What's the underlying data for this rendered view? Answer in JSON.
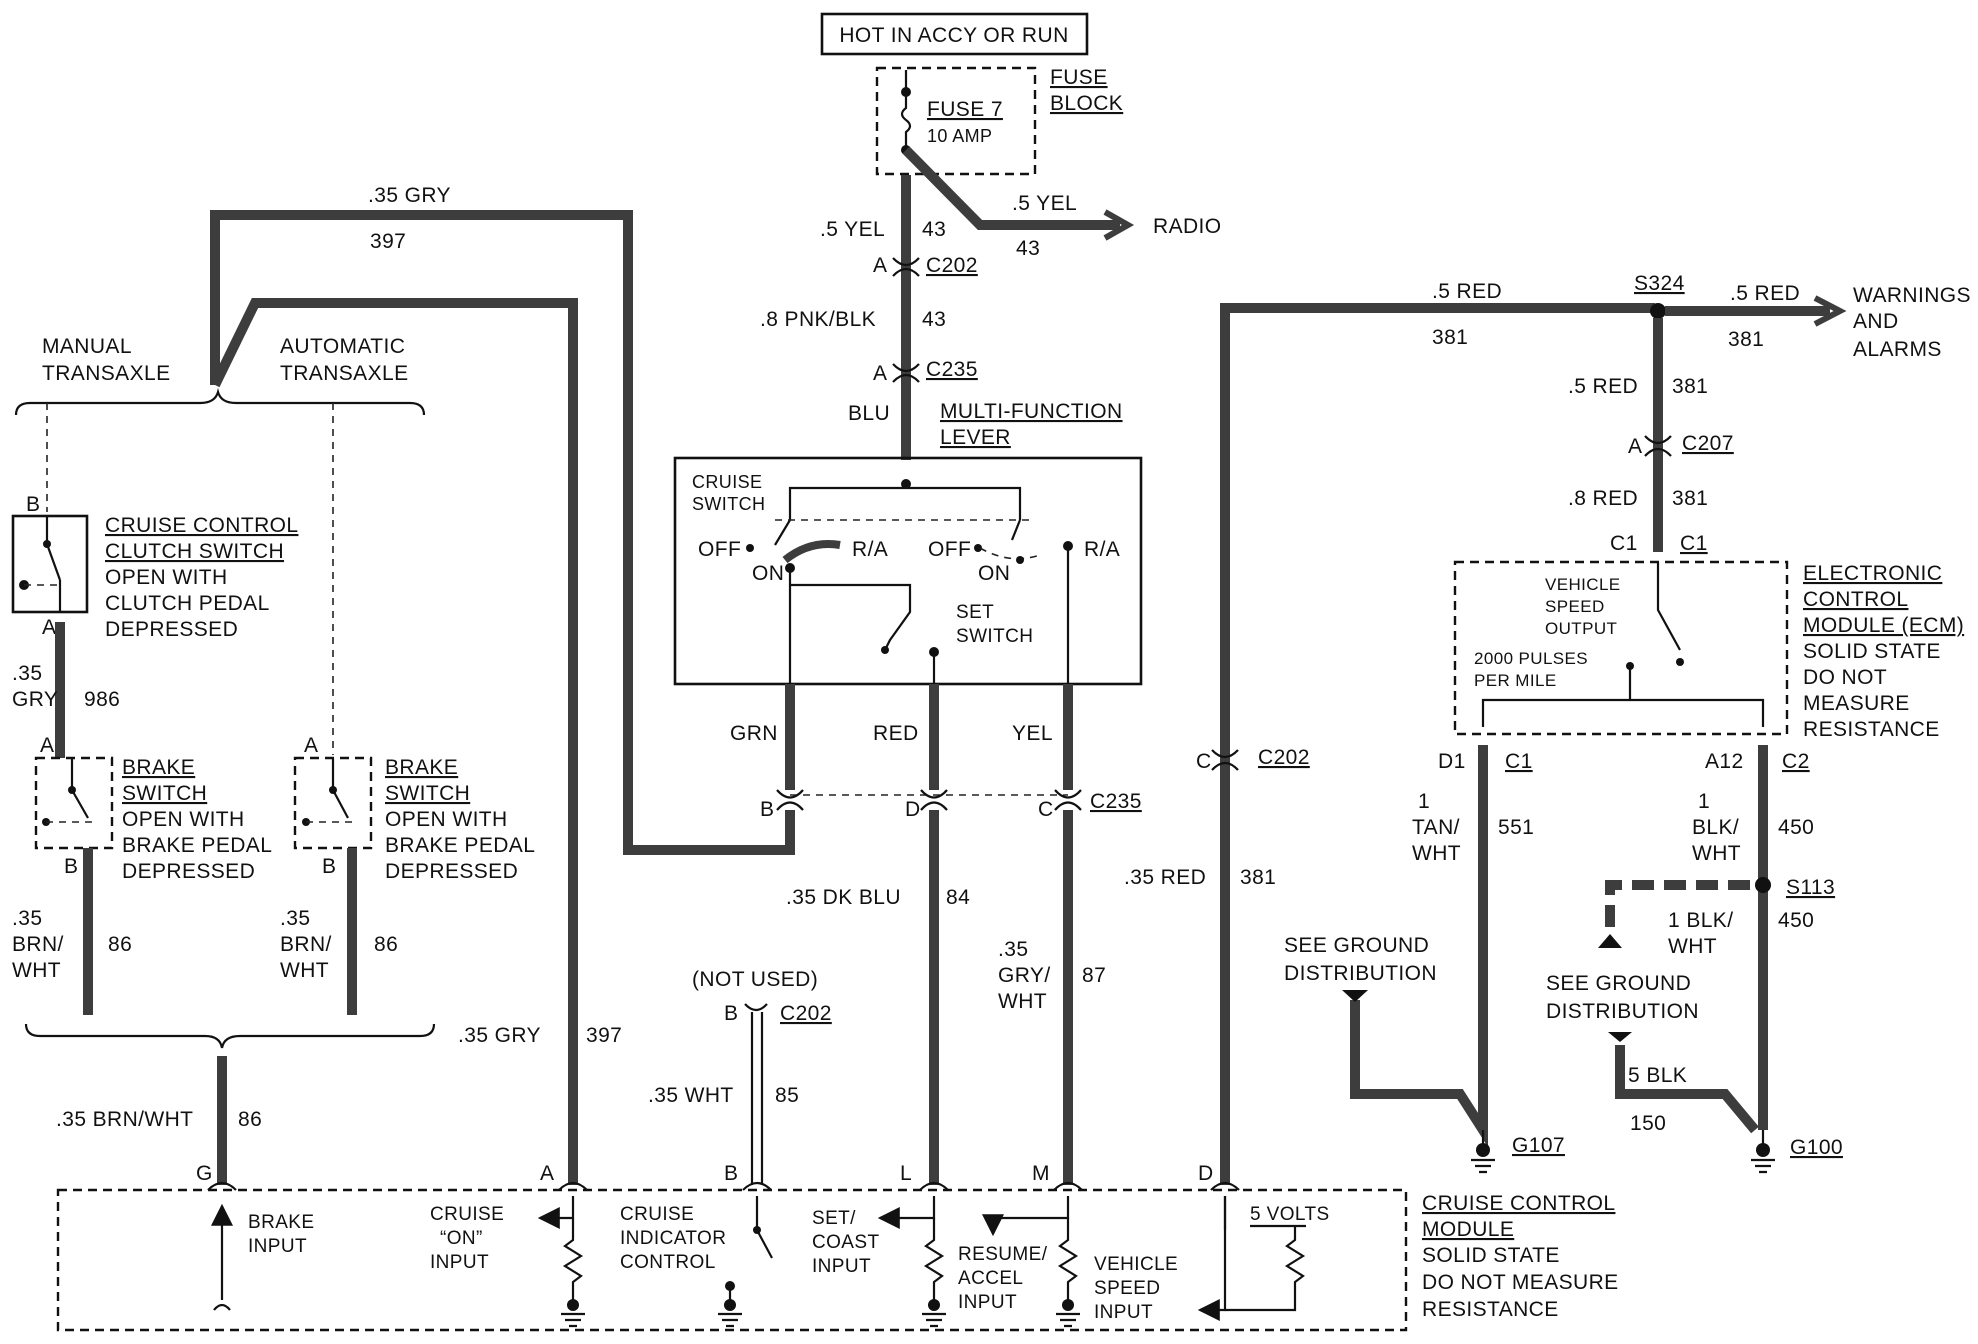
{
  "power": {
    "source": "HOT IN ACCY OR RUN",
    "fuse_block": [
      "FUSE",
      "BLOCK"
    ],
    "fuse": "FUSE 7",
    "fuse_rating": "10 AMP"
  },
  "radio_branch": {
    "wire": ".5 YEL",
    "circuit": "43",
    "destination": "RADIO"
  },
  "fuse_out": {
    "wire": ".5 YEL",
    "circuit": "43"
  },
  "c202_top": {
    "pin": "A",
    "connector": "C202"
  },
  "pnk_wire": {
    "wire": ".8 PNK/BLK",
    "circuit": "43"
  },
  "c235_top": {
    "pin": "A",
    "connector": "C235"
  },
  "blu_wire": "BLU",
  "mfl": {
    "title": [
      "MULTI-FUNCTION",
      "LEVER"
    ],
    "cruise_switch": [
      "CRUISE",
      "SWITCH"
    ],
    "off_left": "OFF",
    "ra_left": "R/A",
    "on_left": "ON",
    "off_right": "OFF",
    "ra_right": "R/A",
    "on_right": "ON",
    "set_switch": [
      "SET",
      "SWITCH"
    ]
  },
  "mfl_outputs": {
    "grn": "GRN",
    "red": "RED",
    "yel": "YEL",
    "pin_b": "B",
    "pin_d": "D",
    "pin_c": "C",
    "connector": "C235"
  },
  "gry_loop": {
    "wire": ".35 GRY",
    "circuit": "397"
  },
  "transaxle": {
    "manual": [
      "MANUAL",
      "TRANSAXLE"
    ],
    "automatic": [
      "AUTOMATIC",
      "TRANSAXLE"
    ]
  },
  "clutch_switch": {
    "pin_top": "B",
    "pin_bottom": "A",
    "title": [
      "CRUISE CONTROL",
      "CLUTCH SWITCH"
    ],
    "note": [
      "OPEN WITH",
      "CLUTCH PEDAL",
      "DEPRESSED"
    ]
  },
  "gry_986": {
    "wire": [
      ".35",
      "GRY"
    ],
    "circuit": "986"
  },
  "brake_switch_manual": {
    "pin_top": "A",
    "pin_bottom": "B",
    "title": [
      "BRAKE",
      "SWITCH"
    ],
    "note": [
      "OPEN WITH",
      "BRAKE PEDAL",
      "DEPRESSED"
    ]
  },
  "brake_switch_auto": {
    "pin_top": "A",
    "pin_bottom": "B",
    "title": [
      "BRAKE",
      "SWITCH"
    ],
    "note": [
      "OPEN WITH",
      "BRAKE PEDAL",
      "DEPRESSED"
    ]
  },
  "brn_manual": {
    "wire": [
      ".35",
      "BRN/",
      "WHT"
    ],
    "circuit": "86"
  },
  "brn_auto": {
    "wire": [
      ".35",
      "BRN/",
      "WHT"
    ],
    "circuit": "86"
  },
  "gry_397_lower": {
    "wire": ".35 GRY",
    "circuit": "397"
  },
  "brn_merged": {
    "wire": ".35 BRN/WHT",
    "circuit": "86"
  },
  "dkblu": {
    "wire": ".35 DK BLU",
    "circuit": "84"
  },
  "gry_wht": {
    "wire": [
      ".35",
      "GRY/",
      "WHT"
    ],
    "circuit": "87"
  },
  "not_used": {
    "label": "(NOT USED)",
    "pin": "B",
    "connector": "C202",
    "wire": ".35 WHT",
    "circuit": "85"
  },
  "red_loop": {
    "wire_top": ".5 RED",
    "circuit_top": "381",
    "pin": "C",
    "connector": "C202",
    "wire_low": ".35 RED",
    "circuit_low": "381"
  },
  "splice_s324": {
    "name": "S324",
    "wire_out": ".5 RED",
    "circuit_out": "381",
    "destination": [
      "WARNINGS",
      "AND",
      "ALARMS"
    ]
  },
  "ecm_feed": {
    "wire1": ".5 RED",
    "circuit1": "381",
    "pin": "A",
    "connector": "C207",
    "wire2": ".8 RED",
    "circuit2": "381",
    "pin_c1": "C1",
    "connector_c1": "C1"
  },
  "ecm": {
    "title": [
      "ELECTRONIC",
      "CONTROL",
      "MODULE (ECM)"
    ],
    "note": [
      "SOLID STATE",
      "DO NOT",
      "MEASURE",
      "RESISTANCE"
    ],
    "vss": [
      "VEHICLE",
      "SPEED",
      "OUTPUT"
    ],
    "pulses": [
      "2000 PULSES",
      "PER MILE"
    ],
    "pin_d1": "D1",
    "conn_d1": "C1",
    "pin_a12": "A12",
    "conn_a12": "C2"
  },
  "tan_wire": {
    "wire": [
      "1",
      "TAN/",
      "WHT"
    ],
    "circuit": "551"
  },
  "blk_wire": {
    "wire": [
      "1",
      "BLK/",
      "WHT"
    ],
    "circuit": "450"
  },
  "splice_s113": {
    "name": "S113",
    "wire": [
      "1 BLK/",
      "WHT"
    ],
    "circuit": "450"
  },
  "ground_left": {
    "label": [
      "SEE GROUND",
      "DISTRIBUTION"
    ],
    "ground": "G107"
  },
  "ground_right": {
    "label": [
      "SEE GROUND",
      "DISTRIBUTION"
    ],
    "wire": "5 BLK",
    "circuit": "150",
    "ground": "G100"
  },
  "ccm": {
    "title": [
      "CRUISE CONTROL",
      "MODULE"
    ],
    "note": [
      "SOLID STATE",
      "DO NOT MEASURE",
      "RESISTANCE"
    ],
    "pins": [
      "G",
      "A",
      "B",
      "L",
      "M",
      "D"
    ],
    "brake_input": [
      "BRAKE",
      "INPUT"
    ],
    "cruise_on": [
      "CRUISE",
      "“ON”",
      "INPUT"
    ],
    "indicator": [
      "CRUISE",
      "INDICATOR",
      "CONTROL"
    ],
    "set_coast": [
      "SET/",
      "COAST",
      "INPUT"
    ],
    "resume": [
      "RESUME/",
      "ACCEL",
      "INPUT"
    ],
    "vss_input": [
      "VEHICLE",
      "SPEED",
      "INPUT"
    ],
    "volts": "5 VOLTS"
  }
}
